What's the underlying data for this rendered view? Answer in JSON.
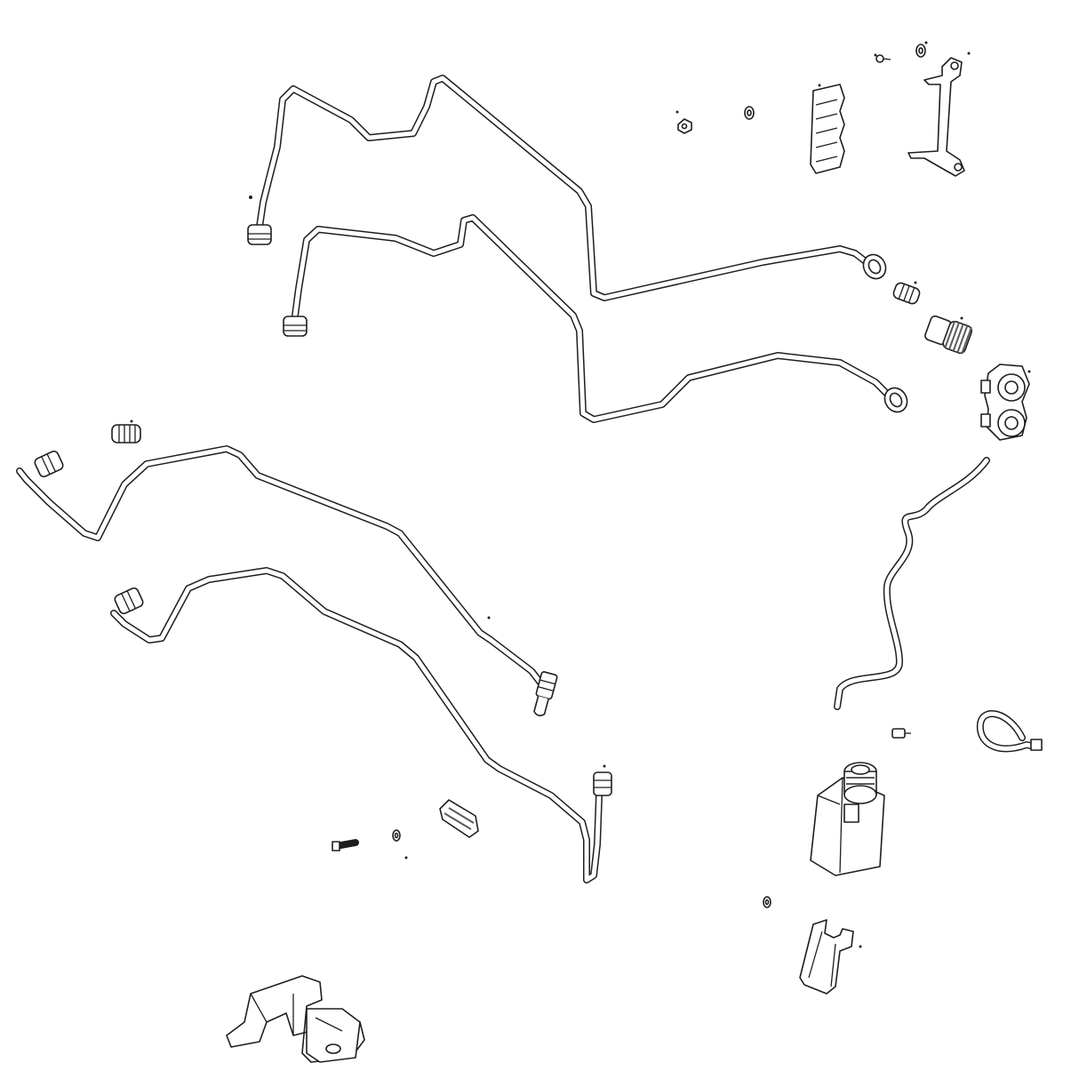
{
  "colors": {
    "background": "#ffffff",
    "line": "#1e1e1e",
    "fill": "#ffffff",
    "shade": "#5a5a5a"
  },
  "parts": [
    {
      "id": "hydraulic-line-upper-long",
      "type": "tube"
    },
    {
      "id": "hydraulic-line-upper-short",
      "type": "tube"
    },
    {
      "id": "hydraulic-line-mid-long",
      "type": "tube"
    },
    {
      "id": "hydraulic-line-mid-short",
      "type": "tube"
    },
    {
      "id": "return-hose",
      "type": "tube"
    },
    {
      "id": "adapter-fitting",
      "type": "fitting"
    },
    {
      "id": "quick-coupler",
      "type": "fitting"
    },
    {
      "id": "coupler-holder",
      "type": "bracket"
    },
    {
      "id": "clamp-block",
      "type": "clamp"
    },
    {
      "id": "tube-bracket",
      "type": "bracket"
    },
    {
      "id": "cable-tie",
      "type": "fastener"
    },
    {
      "id": "solenoid-valve",
      "type": "valve"
    },
    {
      "id": "valve-clip",
      "type": "bracket"
    },
    {
      "id": "mounting-bracket",
      "type": "bracket"
    },
    {
      "id": "bolt",
      "type": "fastener"
    },
    {
      "id": "washer",
      "type": "fastener"
    },
    {
      "id": "nut",
      "type": "fastener"
    }
  ]
}
